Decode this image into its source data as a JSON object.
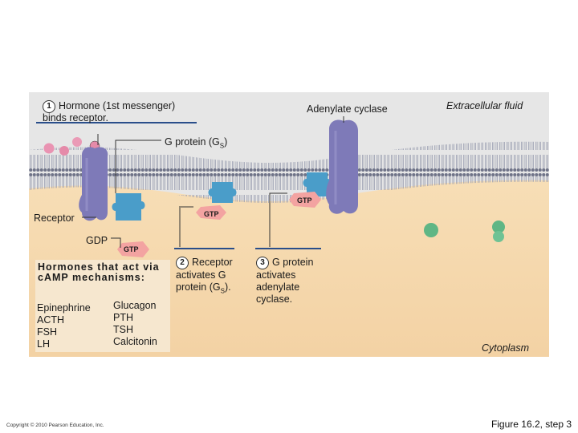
{
  "labels": {
    "step1_num": "1",
    "step1_line1": "Hormone (1st messenger)",
    "step1_line2": "binds receptor.",
    "adenylate_cyclase": "Adenylate cyclase",
    "extracellular": "Extracellular fluid",
    "g_protein_prefix": "G protein (G",
    "g_protein_sub": "S",
    "g_protein_suffix": ")",
    "receptor": "Receptor",
    "gdp": "GDP",
    "gtp": "GTP",
    "step2_num": "2",
    "step2_text": "Receptor activates G protein (G",
    "step2_sub": "S",
    "step2_suffix": ").",
    "step3_num": "3",
    "step3_text": "G protein activates adenylate cyclase.",
    "cytoplasm": "Cytoplasm"
  },
  "hormone_box": {
    "title": "Hormones that act via cAMP mechanisms:",
    "col1": [
      "Epinephrine",
      "ACTH",
      "FSH",
      "LH"
    ],
    "col2": [
      "Glucagon",
      "PTH",
      "TSH",
      "Calcitonin"
    ]
  },
  "footer": {
    "copyright": "Copyright © 2010 Pearson Education, Inc.",
    "figure": "Figure 16.2, step 3"
  },
  "colors": {
    "extracellular": "#e6e6e6",
    "cytoplasm": "#f5d9ae",
    "membrane": "#7d8196",
    "protein": "#7e7ab8",
    "g_protein": "#4a9dc9",
    "gtp": "#f3a3a1",
    "hormone": "#e58aa9",
    "molecule_green": "#5fb685"
  }
}
